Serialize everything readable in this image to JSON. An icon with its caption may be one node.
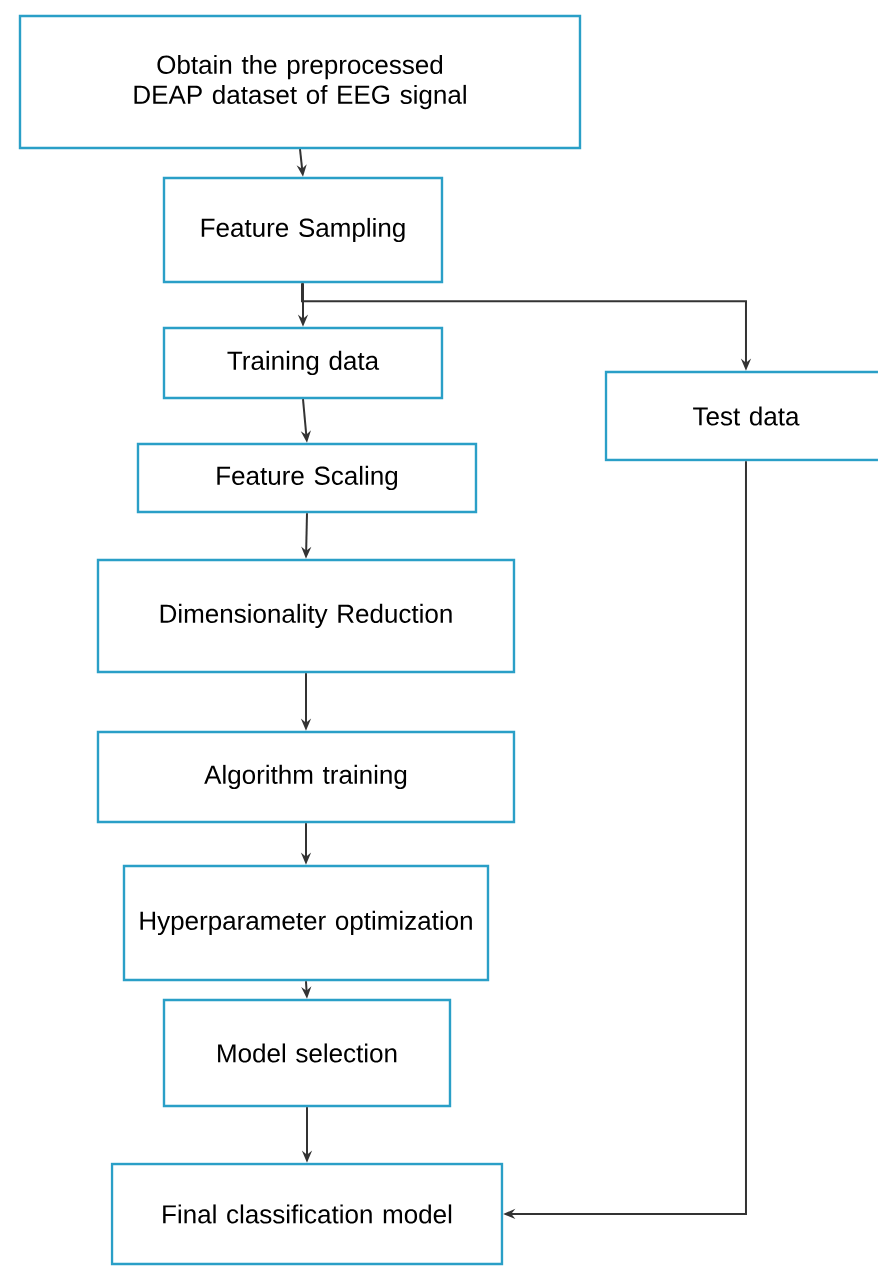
{
  "diagram": {
    "nodes": [
      {
        "text": [
          "Obtain the preprocessed DEAP dataset of EEG signal"
        ]
      },
      {
        "text": [
          "Feature Sampling"
        ]
      },
      {
        "text": [
          "Training data"
        ]
      },
      {
        "text": [
          "Feature Scaling"
        ]
      },
      {
        "text": [
          "Dimensionality Reduction"
        ]
      },
      {
        "text": [
          "Algorithm training"
        ]
      },
      {
        "text": [
          "Hyperparameter optimization"
        ]
      },
      {
        "text": [
          "Model selection"
        ]
      },
      {
        "text": [
          "Final classification model"
        ]
      },
      {
        "text": [
          "Test data"
        ]
      }
    ],
    "edges": [
      {
        "from": 0,
        "to": 1,
        "arrow": "to"
      },
      {
        "from": 1,
        "to": 2,
        "arrow": "to"
      },
      {
        "from": 1,
        "to": 9,
        "arrow": "to"
      },
      {
        "from": 2,
        "to": 3,
        "arrow": "to"
      },
      {
        "from": 3,
        "to": 4,
        "arrow": "to"
      },
      {
        "from": 4,
        "to": 5,
        "arrow": "to"
      },
      {
        "from": 5,
        "to": 6,
        "arrow": "to"
      },
      {
        "from": 6,
        "to": 7,
        "arrow": "to"
      },
      {
        "from": 7,
        "to": 8,
        "arrow": "to"
      },
      {
        "from": 9,
        "to": 8,
        "arrow": "to"
      }
    ]
  }
}
